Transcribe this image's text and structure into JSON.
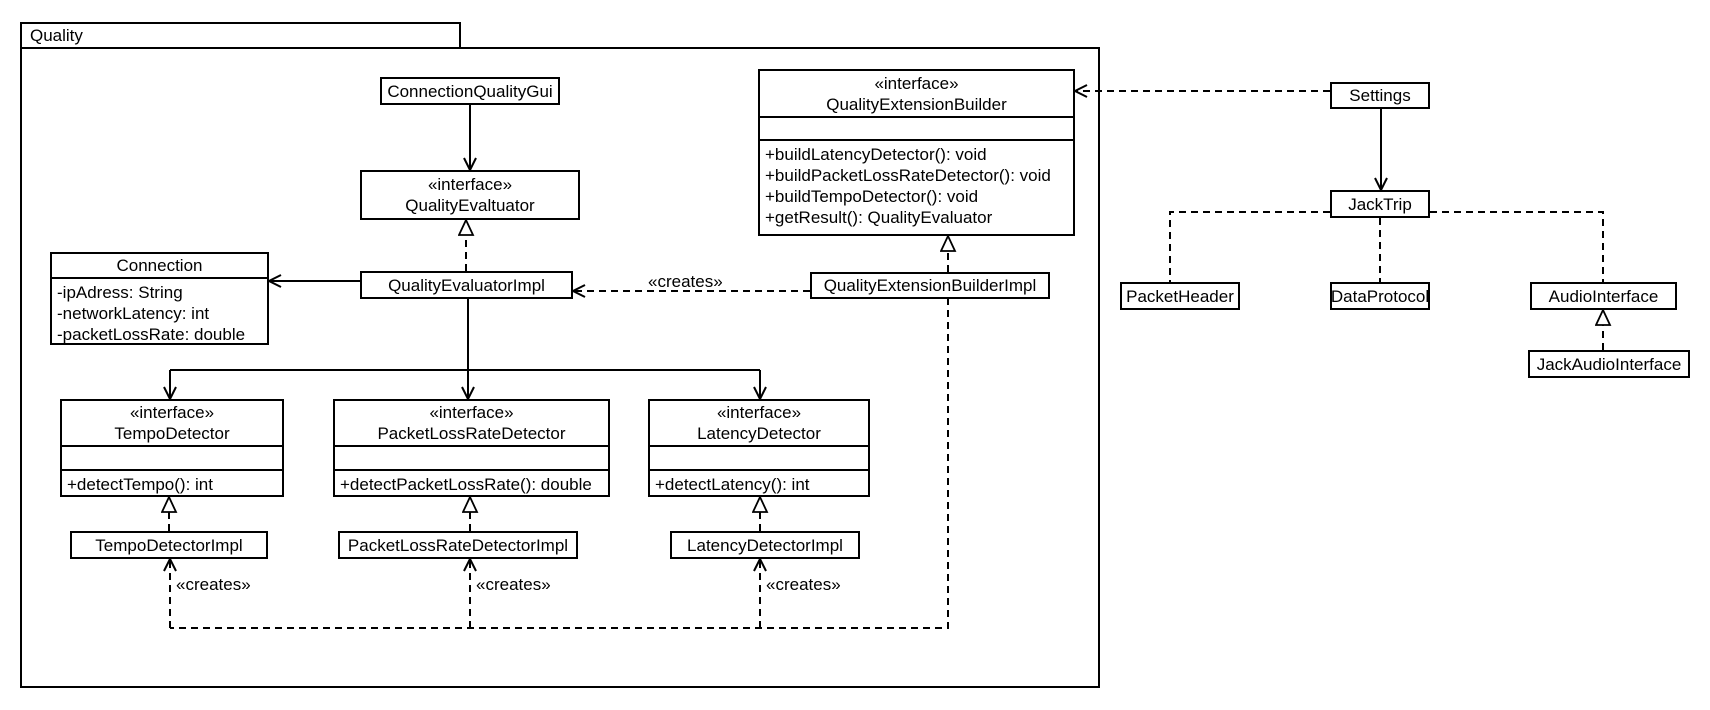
{
  "diagram": {
    "package_label": "Quality",
    "creates_label": "«creates»",
    "colors": {
      "line": "#000000",
      "background": "#ffffff",
      "node_fill": "#ffffff"
    }
  },
  "classes": {
    "connectionQualityGui": {
      "name": "ConnectionQualityGui"
    },
    "qualityEvaluator": {
      "stereotype": "«interface»",
      "name": "QualityEvaltuator"
    },
    "connection": {
      "name": "Connection",
      "attributes": [
        "-ipAdress: String",
        "-networkLatency: int",
        "-packetLossRate: double"
      ]
    },
    "qualityEvaluatorImpl": {
      "name": "QualityEvaluatorImpl"
    },
    "qualityExtensionBuilder": {
      "stereotype": "«interface»",
      "name": "QualityExtensionBuilder",
      "methods": [
        "+buildLatencyDetector(): void",
        "+buildPacketLossRateDetector(): void",
        "+buildTempoDetector(): void",
        "+getResult(): QualityEvaluator"
      ]
    },
    "qualityExtensionBuilderImpl": {
      "name": "QualityExtensionBuilderImpl"
    },
    "tempoDetector": {
      "stereotype": "«interface»",
      "name": "TempoDetector",
      "methods": [
        "+detectTempo(): int"
      ]
    },
    "packetLossRateDetector": {
      "stereotype": "«interface»",
      "name": "PacketLossRateDetector",
      "methods": [
        "+detectPacketLossRate(): double"
      ]
    },
    "latencyDetector": {
      "stereotype": "«interface»",
      "name": "LatencyDetector",
      "methods": [
        "+detectLatency(): int"
      ]
    },
    "tempoDetectorImpl": {
      "name": "TempoDetectorImpl"
    },
    "packetLossRateDetectorImpl": {
      "name": "PacketLossRateDetectorImpl"
    },
    "latencyDetectorImpl": {
      "name": "LatencyDetectorImpl"
    },
    "settings": {
      "name": "Settings"
    },
    "jackTrip": {
      "name": "JackTrip"
    },
    "packetHeader": {
      "name": "PacketHeader"
    },
    "dataProtocol": {
      "name": "DataProtocol"
    },
    "audioInterface": {
      "name": "AudioInterface"
    },
    "jackAudioInterface": {
      "name": "JackAudioInterface"
    }
  },
  "relationships": [
    {
      "from": "ConnectionQualityGui",
      "to": "QualityEvaltuator",
      "type": "directed-association"
    },
    {
      "from": "QualityEvaluatorImpl",
      "to": "QualityEvaltuator",
      "type": "realization"
    },
    {
      "from": "QualityEvaluatorImpl",
      "to": "Connection",
      "type": "directed-association"
    },
    {
      "from": "QualityEvaluatorImpl",
      "to": "TempoDetector",
      "type": "directed-association"
    },
    {
      "from": "QualityEvaluatorImpl",
      "to": "PacketLossRateDetector",
      "type": "directed-association"
    },
    {
      "from": "QualityEvaluatorImpl",
      "to": "LatencyDetector",
      "type": "directed-association"
    },
    {
      "from": "QualityExtensionBuilderImpl",
      "to": "QualityEvaluatorImpl",
      "type": "dependency",
      "label": "«creates»"
    },
    {
      "from": "QualityExtensionBuilderImpl",
      "to": "QualityExtensionBuilder",
      "type": "realization"
    },
    {
      "from": "QualityExtensionBuilderImpl",
      "to": "TempoDetectorImpl",
      "type": "dependency",
      "label": "«creates»"
    },
    {
      "from": "QualityExtensionBuilderImpl",
      "to": "PacketLossRateDetectorImpl",
      "type": "dependency",
      "label": "«creates»"
    },
    {
      "from": "QualityExtensionBuilderImpl",
      "to": "LatencyDetectorImpl",
      "type": "dependency",
      "label": "«creates»"
    },
    {
      "from": "TempoDetectorImpl",
      "to": "TempoDetector",
      "type": "realization"
    },
    {
      "from": "PacketLossRateDetectorImpl",
      "to": "PacketLossRateDetector",
      "type": "realization"
    },
    {
      "from": "LatencyDetectorImpl",
      "to": "LatencyDetector",
      "type": "realization"
    },
    {
      "from": "Settings",
      "to": "QualityExtensionBuilder",
      "type": "dependency"
    },
    {
      "from": "Settings",
      "to": "JackTrip",
      "type": "directed-association"
    },
    {
      "from": "JackTrip",
      "to": "PacketHeader",
      "type": "dependency"
    },
    {
      "from": "JackTrip",
      "to": "DataProtocol",
      "type": "dependency"
    },
    {
      "from": "JackTrip",
      "to": "AudioInterface",
      "type": "dependency"
    },
    {
      "from": "JackAudioInterface",
      "to": "AudioInterface",
      "type": "realization"
    }
  ]
}
